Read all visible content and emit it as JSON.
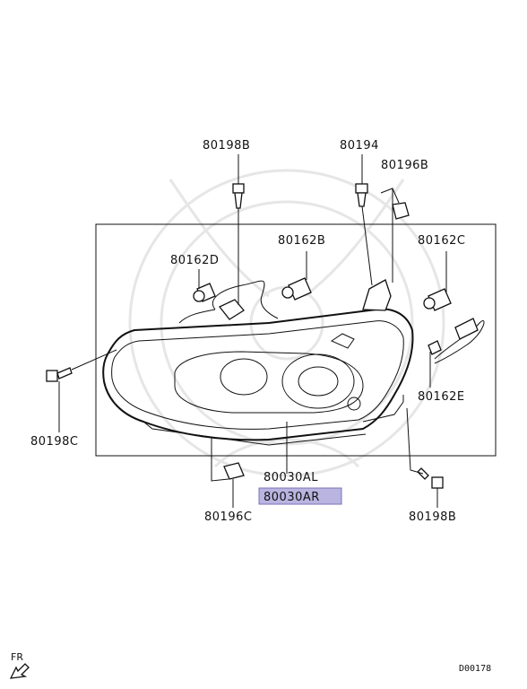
{
  "labels": {
    "bolt_top": "80198B",
    "nut_top": "80194",
    "clip_top": "80196B",
    "bulb_left": "80162D",
    "bulb_center": "80162B",
    "bulb_right": "80162C",
    "bolt_left": "80198C",
    "socket_right": "80162E",
    "lamp_left": "80030AL",
    "lamp_right": "80030AR",
    "clip_bottom": "80196C",
    "bolt_bottom": "80198B",
    "front_mark": "FR",
    "diagram_code": "D00178"
  },
  "colors": {
    "highlight": "#b9b4e0",
    "ink": "#111111",
    "watermark": "#e6e6e6"
  }
}
